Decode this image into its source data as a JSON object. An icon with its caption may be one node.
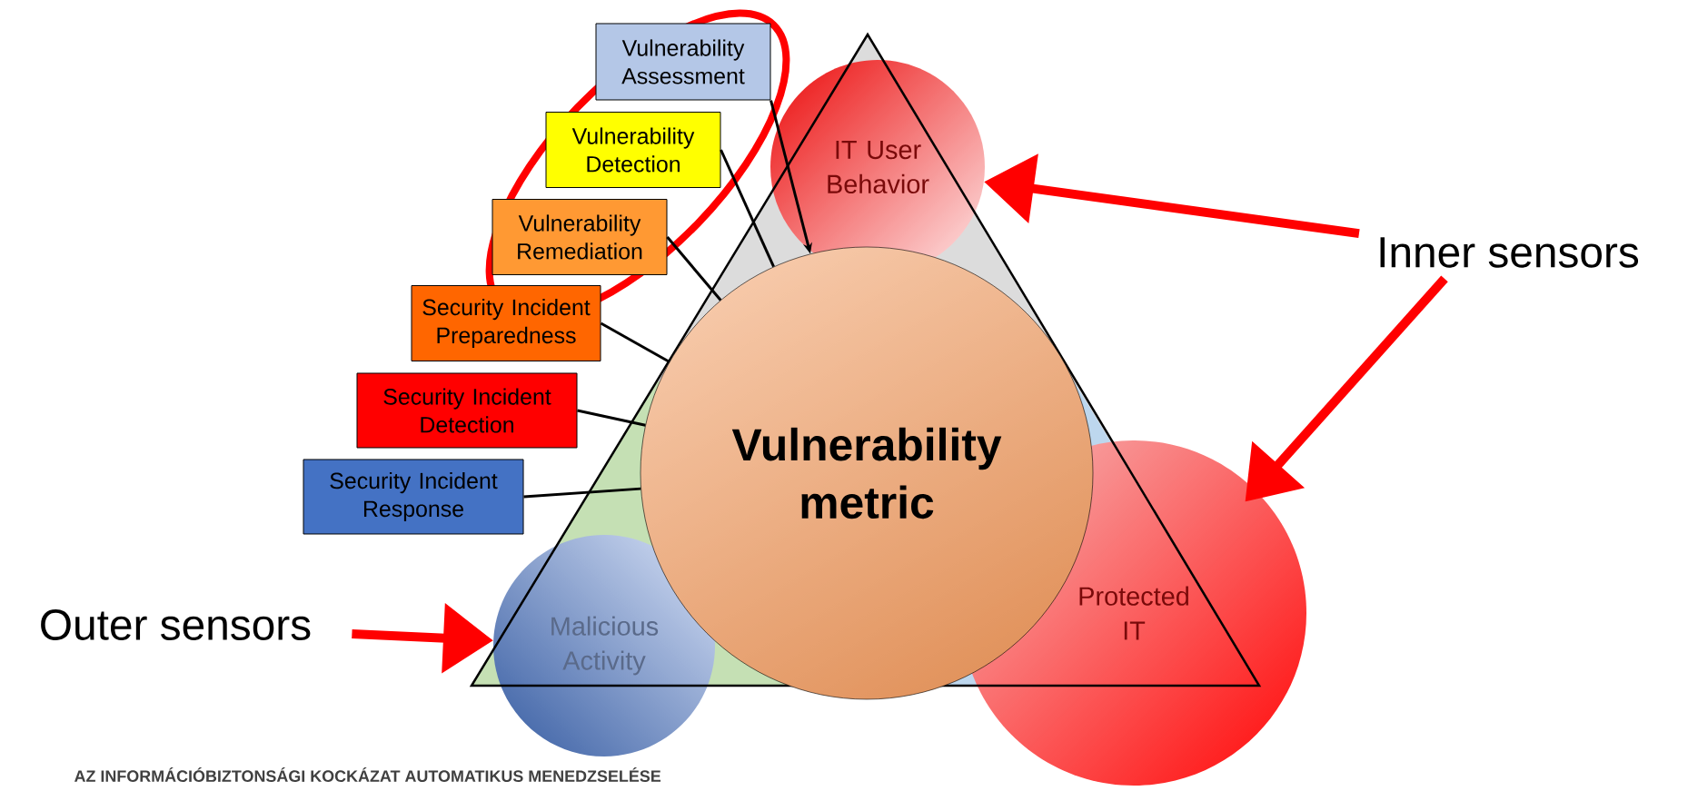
{
  "diagram": {
    "nodes": [
      {
        "text": [
          "Vulnerability Assessment"
        ]
      },
      {
        "text": [
          "Vulnerability Detection"
        ]
      },
      {
        "text": [
          "Vulnerability Remediation"
        ]
      },
      {
        "text": [
          "Security Incident Preparedness"
        ]
      },
      {
        "text": [
          "Security Incident Detection"
        ]
      },
      {
        "text": [
          "Security Incident Response"
        ]
      },
      {
        "text": [
          "IT User Behavior"
        ]
      },
      {
        "text": [
          "Inner sensors"
        ]
      },
      {
        "text": [
          "Vulnerability metric"
        ]
      },
      {
        "text": [
          "Outer sensors"
        ]
      },
      {
        "text": [
          "Malicious Activity"
        ]
      },
      {
        "text": [
          "Protected IT"
        ]
      }
    ],
    "edges": [
      {
        "from": 0,
        "to": 8,
        "arrow": "to"
      },
      {
        "from": 1,
        "to": 8,
        "arrow": "none"
      },
      {
        "from": 2,
        "to": 8,
        "arrow": "none"
      },
      {
        "from": 3,
        "to": 8,
        "arrow": "none"
      },
      {
        "from": 4,
        "to": 8,
        "arrow": "none"
      },
      {
        "from": 5,
        "to": 8,
        "arrow": "none"
      },
      {
        "from": 7,
        "to": 6,
        "arrow": "to",
        "style": "thick",
        "color": "#ff0000"
      },
      {
        "from": 7,
        "to": 11,
        "arrow": "to",
        "style": "thick",
        "color": "#ff0000"
      },
      {
        "from": 9,
        "to": 10,
        "arrow": "to",
        "style": "thick",
        "color": "#ff0000"
      }
    ],
    "labels": [
      "AZ INFORMÁCIÓBIZTONSÁGI KOCKÁZAT AUTOMATIKUS MENEDZSELÉSE"
    ]
  }
}
